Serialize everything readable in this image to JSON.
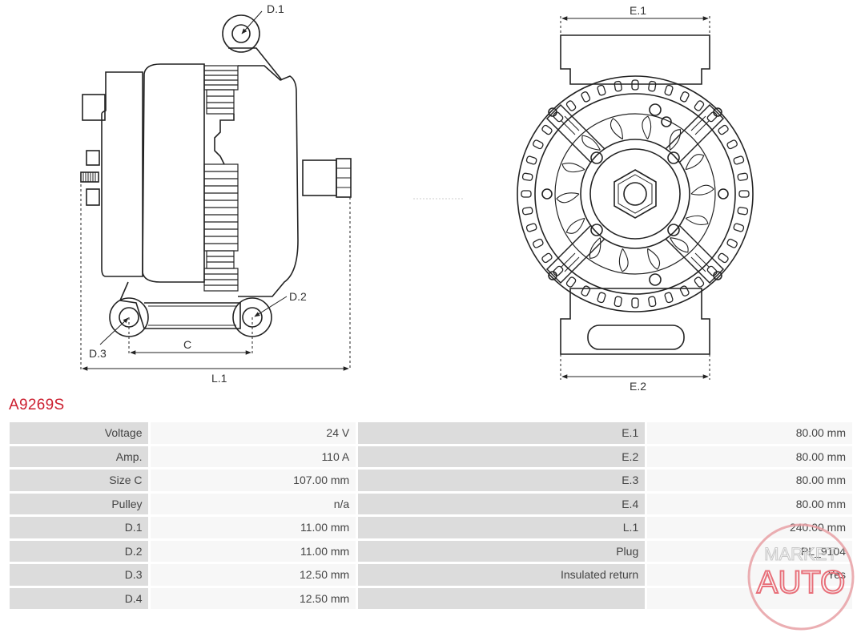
{
  "drawing": {
    "labels": {
      "d1_side": "D.1",
      "d2": "D.2",
      "d3": "D.3",
      "c": "C",
      "l1": "L.1",
      "e1": "E.1",
      "e2": "E.2"
    }
  },
  "part_number": "A9269S",
  "specs": [
    {
      "label": "Voltage",
      "value": "24 V",
      "label2": "E.1",
      "value2": "80.00 mm"
    },
    {
      "label": "Amp.",
      "value": "110 A",
      "label2": "E.2",
      "value2": "80.00 mm"
    },
    {
      "label": "Size C",
      "value": "107.00 mm",
      "label2": "E.3",
      "value2": "80.00 mm"
    },
    {
      "label": "Pulley",
      "value": "n/a",
      "label2": "E.4",
      "value2": "80.00 mm"
    },
    {
      "label": "D.1",
      "value": "11.00 mm",
      "label2": "L.1",
      "value2": "240.00 mm"
    },
    {
      "label": "D.2",
      "value": "11.00 mm",
      "label2": "Plug",
      "value2": "PL_9104"
    },
    {
      "label": "D.3",
      "value": "12.50 mm",
      "label2": "Insulated return",
      "value2": "Yes"
    },
    {
      "label": "D.4",
      "value": "12.50 mm",
      "label2": "",
      "value2": ""
    }
  ],
  "watermark": {
    "line1": "MARKET",
    "line2": "AUTO",
    "color": "#e0303a"
  },
  "colors": {
    "accent": "#cc1f2f",
    "line": "#222222"
  }
}
